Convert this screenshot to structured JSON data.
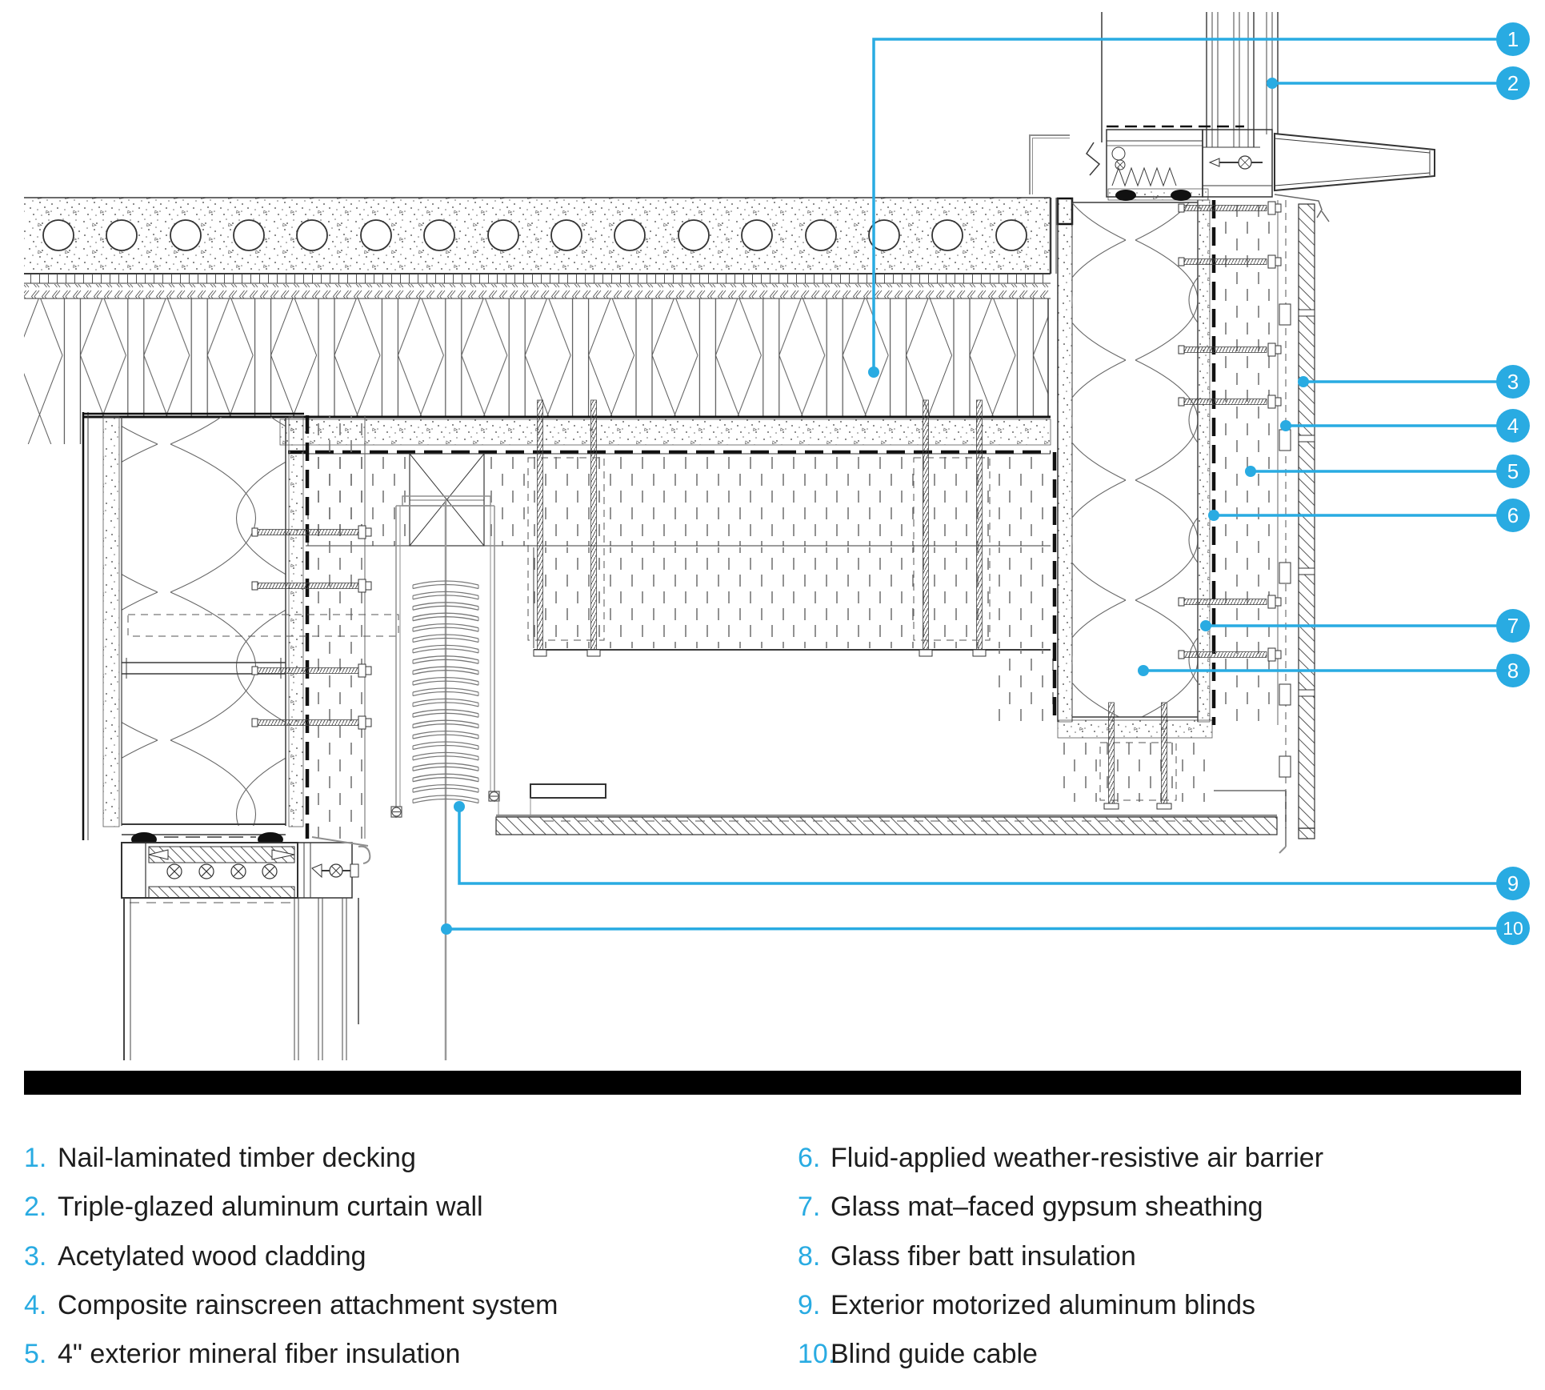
{
  "accent_color": "#29ABE2",
  "drawing_type": "architectural wall section detail",
  "callouts": {
    "markers": [
      {
        "number": "1"
      },
      {
        "number": "2"
      },
      {
        "number": "3"
      },
      {
        "number": "4"
      },
      {
        "number": "5"
      },
      {
        "number": "6"
      },
      {
        "number": "7"
      },
      {
        "number": "8"
      },
      {
        "number": "9"
      },
      {
        "number": "10"
      }
    ]
  },
  "legend": {
    "columns": [
      {
        "items": [
          {
            "number": "1.",
            "label": "Nail-laminated timber decking"
          },
          {
            "number": "2.",
            "label": "Triple-glazed aluminum curtain wall"
          },
          {
            "number": "3.",
            "label": "Acetylated wood cladding"
          },
          {
            "number": "4.",
            "label": "Composite rainscreen attachment system"
          },
          {
            "number": "5.",
            "label": "4\" exterior mineral fiber insulation"
          }
        ]
      },
      {
        "items": [
          {
            "number": "6.",
            "label": "Fluid-applied weather-resistive air barrier"
          },
          {
            "number": "7.",
            "label": "Glass mat–faced gypsum sheathing"
          },
          {
            "number": "8.",
            "label": "Glass fiber batt insulation"
          },
          {
            "number": "9.",
            "label": "Exterior motorized aluminum blinds"
          },
          {
            "number": "10.",
            "label": "Blind guide cable"
          }
        ]
      }
    ]
  }
}
